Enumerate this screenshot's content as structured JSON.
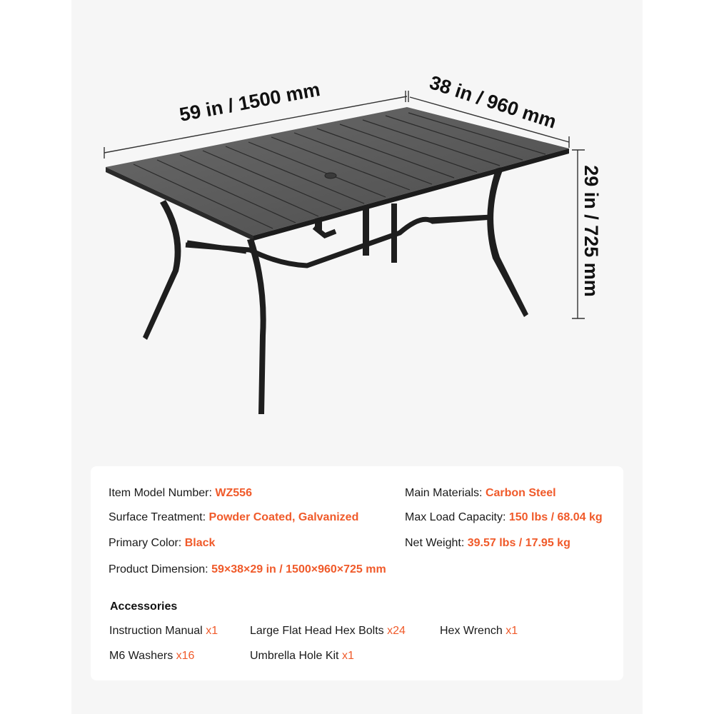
{
  "dimensions": {
    "width_label": "59 in / 1500 mm",
    "depth_label": "38 in / 960 mm",
    "height_label": "29 in / 725 mm"
  },
  "product_image": {
    "subject": "black rectangular patio dining table with slatted top and umbrella hole"
  },
  "specs": {
    "item_model_number": {
      "label": "Item Model Number:",
      "value": "WZ556"
    },
    "surface_treatment": {
      "label": "Surface Treatment:",
      "value": "Powder Coated, Galvanized"
    },
    "primary_color": {
      "label": "Primary Color:",
      "value": "Black"
    },
    "product_dimension": {
      "label": "Product Dimension:",
      "value": "59×38×29 in / 1500×960×725 mm"
    },
    "main_materials": {
      "label": "Main Materials:",
      "value": "Carbon Steel"
    },
    "max_load_capacity": {
      "label": "Max Load Capacity:",
      "value": "150 lbs / 68.04 kg"
    },
    "net_weight": {
      "label": "Net Weight:",
      "value": "39.57 lbs / 17.95 kg"
    }
  },
  "accessories": {
    "title": "Accessories",
    "items": [
      {
        "name": "Instruction Manual",
        "qty": "x1"
      },
      {
        "name": "Large Flat Head Hex Bolts",
        "qty": "x24"
      },
      {
        "name": "Hex Wrench",
        "qty": "x1"
      },
      {
        "name": "M6 Washers",
        "qty": "x16"
      },
      {
        "name": "Umbrella Hole Kit",
        "qty": "x1"
      }
    ]
  },
  "colors": {
    "accent": "#f05a2a",
    "panel_bg": "#f6f6f6",
    "card_bg": "#ffffff",
    "table_top": "#5a5a5a",
    "table_frame": "#1e1e1e"
  }
}
